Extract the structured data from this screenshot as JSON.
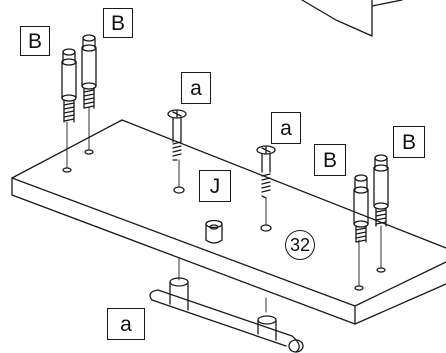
{
  "labels": {
    "B1": "B",
    "B2": "B",
    "B3": "B",
    "B4": "B",
    "a1": "a",
    "a2": "a",
    "a3": "a",
    "J": "J"
  },
  "step_number": "32",
  "colors": {
    "line": "#1a1a1a",
    "fill": "#ffffff"
  }
}
